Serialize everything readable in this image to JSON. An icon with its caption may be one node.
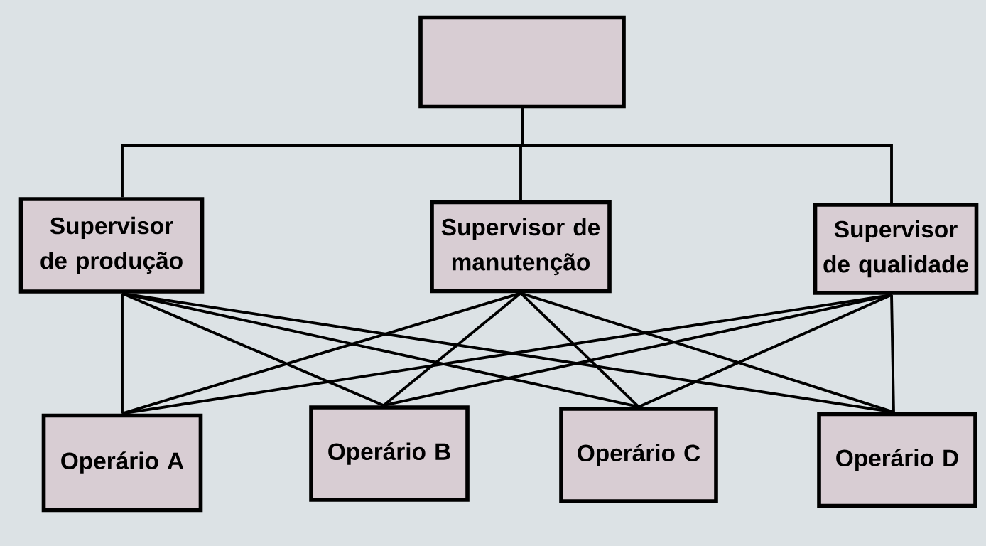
{
  "diagram": {
    "nodes": [
      {
        "text": [],
        "shape": "box"
      },
      {
        "text": [
          "Supervisor de produção"
        ]
      },
      {
        "text": [
          "Supervisor de manutenção"
        ]
      },
      {
        "text": [
          "Supervisor de qualidade"
        ]
      },
      {
        "text": [
          "Operário A"
        ]
      },
      {
        "text": [
          "Operário B"
        ]
      },
      {
        "text": [
          "Operário C"
        ]
      },
      {
        "text": [
          "Operário D"
        ]
      }
    ],
    "edges": [
      {
        "from": 0,
        "to": 1,
        "arrow": "none"
      },
      {
        "from": 0,
        "to": 2,
        "arrow": "none"
      },
      {
        "from": 0,
        "to": 3,
        "arrow": "none"
      },
      {
        "from": 1,
        "to": 4,
        "arrow": "none"
      },
      {
        "from": 1,
        "to": 5,
        "arrow": "none"
      },
      {
        "from": 1,
        "to": 6,
        "arrow": "none"
      },
      {
        "from": 1,
        "to": 7,
        "arrow": "none"
      },
      {
        "from": 2,
        "to": 4,
        "arrow": "none"
      },
      {
        "from": 2,
        "to": 5,
        "arrow": "none"
      },
      {
        "from": 2,
        "to": 6,
        "arrow": "none"
      },
      {
        "from": 2,
        "to": 7,
        "arrow": "none"
      },
      {
        "from": 3,
        "to": 4,
        "arrow": "none"
      },
      {
        "from": 3,
        "to": 5,
        "arrow": "none"
      },
      {
        "from": 3,
        "to": 6,
        "arrow": "none"
      },
      {
        "from": 3,
        "to": 7,
        "arrow": "none"
      }
    ]
  }
}
